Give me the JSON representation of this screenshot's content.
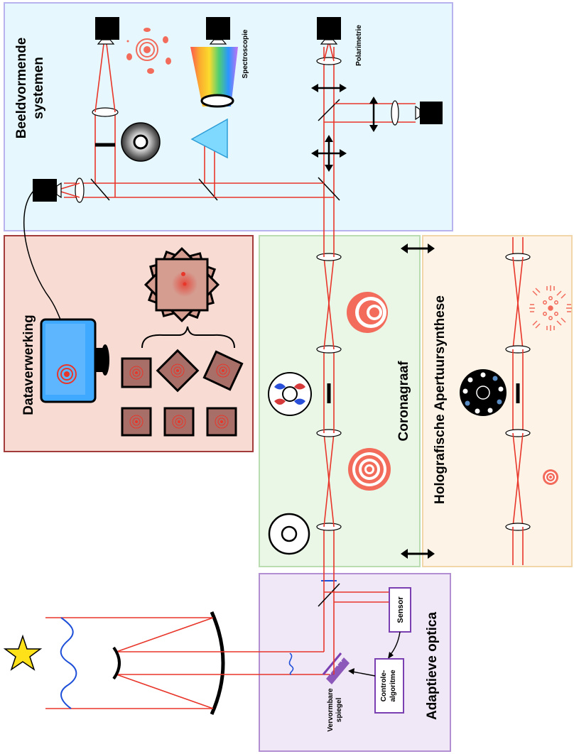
{
  "panels": {
    "imaging": {
      "title_line1": "Beeldvormende",
      "title_line2": "systemen",
      "fill": "#e6f8fd",
      "stroke": "#b8b2ee"
    },
    "processing": {
      "title": "Dataverwerking",
      "fill": "#f8dcd4",
      "stroke": "#a23b3b"
    },
    "coronagraph": {
      "title": "Coronagraaf",
      "fill": "#eaf6e6",
      "stroke": "#b9dcb0"
    },
    "holographic": {
      "title": "Holografische Apertuursynthese",
      "fill": "#fdf3e7",
      "stroke": "#f0d6a8"
    },
    "adaptive": {
      "title": "Adaptieve optica",
      "fill": "#f1e8f7",
      "stroke": "#b28fd0"
    }
  },
  "labels": {
    "spectroscopy": "Spectroscopie",
    "polarimetry": "Polarimetrie",
    "sensor": "Sensor",
    "control_line1": "Controle-",
    "control_line2": "algoritme",
    "mirror_line1": "Vervormbare",
    "mirror_line2": "spiegel"
  },
  "colors": {
    "beam": "#e8362a",
    "star": "#ffe11a",
    "monitor": "#3fa9ff",
    "ao_purple": "#7a3fb0",
    "wavefront": "#1e4fd8"
  },
  "icons": [
    "star-icon",
    "detector-icon",
    "monitor-icon",
    "lens-icon",
    "prism-icon",
    "double-arrow-icon",
    "deformable-mirror-icon"
  ]
}
